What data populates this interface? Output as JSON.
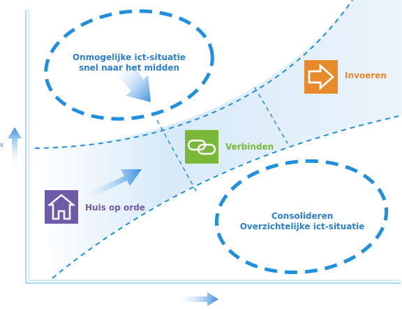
{
  "labels": {
    "top_left": [
      "Onmogelijke ict-situatie",
      "snel naar het midden"
    ],
    "bottom_right": [
      "Consolideren",
      "Overzichtelijke ict-situatie"
    ],
    "step1": "Huis op orde",
    "step2": "Verbinden",
    "step3": "Invoeren",
    "y_axis_fragment": "s"
  },
  "icons": {
    "step1": "house-icon",
    "step2": "chain-link-icon",
    "step3": "arrow-outline-icon"
  },
  "colors": {
    "axis": "#9fd3f0",
    "dashed": "#1f8fe0",
    "band": "#cfe5f7",
    "step1": "#6f5aa7",
    "step2": "#7ab83a",
    "step3": "#e8892a",
    "arrow": "#3a8fe0"
  }
}
